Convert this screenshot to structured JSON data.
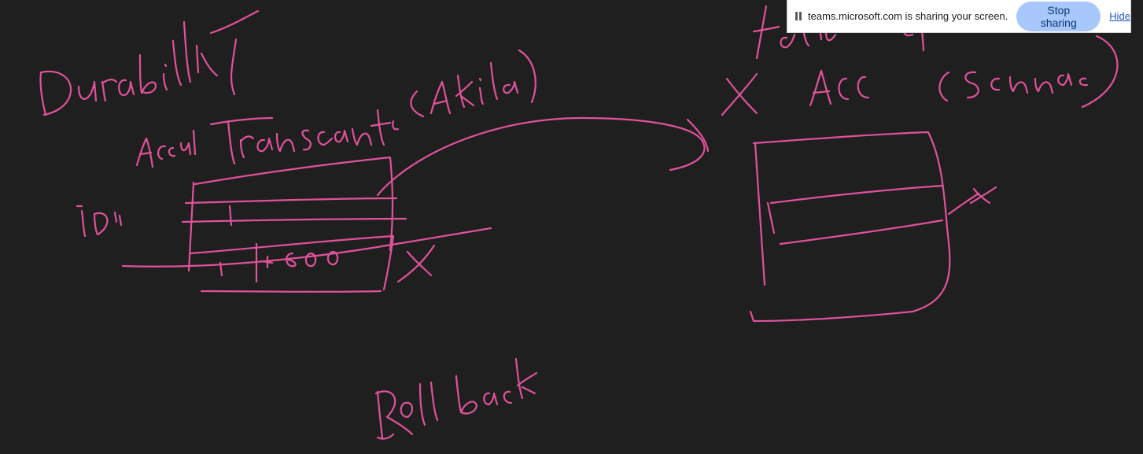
{
  "screen_share_bar": {
    "pause_icon": "pause-icon",
    "message": "teams.microsoft.com is sharing your screen.",
    "stop_button_label": "Stop sharing",
    "hide_link_label": "Hide"
  },
  "whiteboard": {
    "ink_color": "#e0529a",
    "background_color": "#1f1f1f",
    "handwritten_words": [
      "Durability",
      "Acount Transaction (Akila)",
      "ID",
      "Rollback",
      "ACC",
      "(Scenario)"
    ]
  }
}
